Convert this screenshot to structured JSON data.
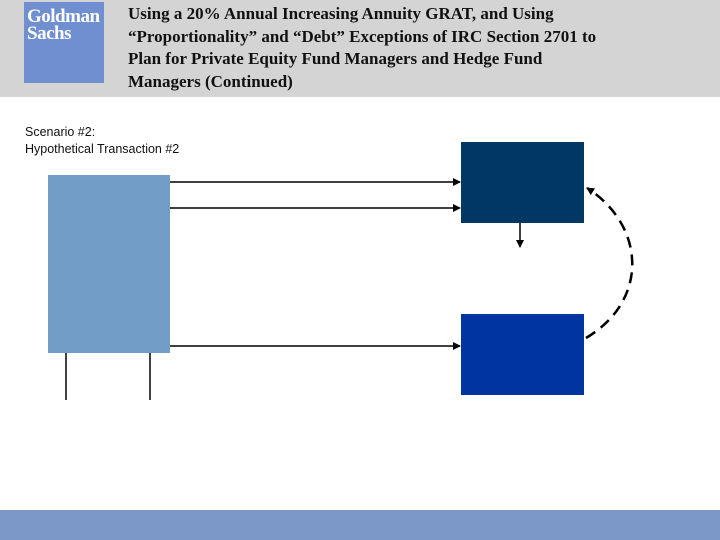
{
  "header": {
    "logo_line1": "Goldman",
    "logo_line2": "Sachs",
    "title_lines": [
      "Using a 20% Annual Increasing Annuity GRAT, and Using",
      "“Proportionality” and “Debt” Exceptions of IRC Section 2701 to",
      "Plan for Private Equity Fund Managers and Hedge Fund",
      "Managers (Continued)"
    ]
  },
  "content": {
    "scenario_line1": "Scenario #2:",
    "scenario_line2": "Hypothetical Transaction #2"
  },
  "colors": {
    "header_band": "#d4d4d4",
    "logo": "#6f8fd0",
    "left_box": "#719dc7",
    "top_right_box": "#003865",
    "bottom_right_box": "#0034a0",
    "footer_band": "#7b98c8"
  }
}
